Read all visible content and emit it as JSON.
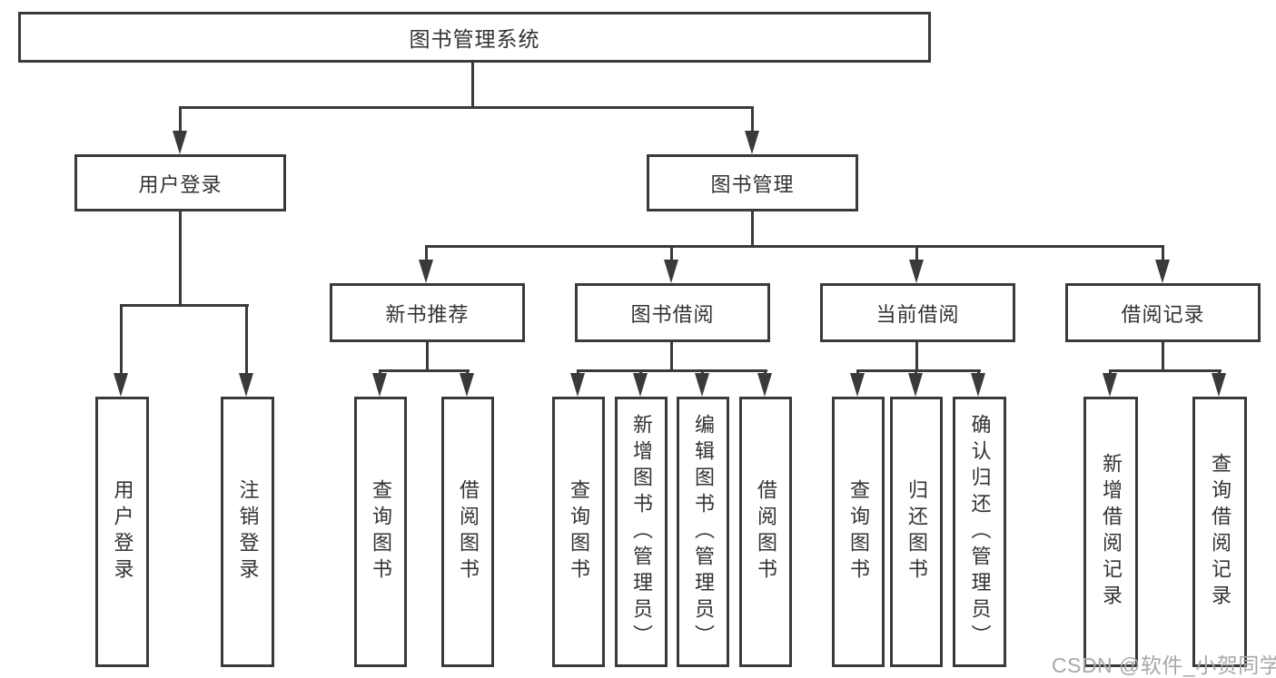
{
  "diagram": {
    "root": "图书管理系统",
    "branches": [
      {
        "label": "用户登录",
        "leaves": [
          "用户登录",
          "注销登录"
        ]
      },
      {
        "label": "图书管理",
        "groups": [
          {
            "label": "新书推荐",
            "leaves": [
              "查询图书",
              "借阅图书"
            ]
          },
          {
            "label": "图书借阅",
            "leaves": [
              "查询图书",
              "新增图书（管理员）",
              "编辑图书（管理员）",
              "借阅图书"
            ]
          },
          {
            "label": "当前借阅",
            "leaves": [
              "查询图书",
              "归还图书",
              "确认归还（管理员）"
            ]
          },
          {
            "label": "借阅记录",
            "leaves": [
              "新增借阅记录",
              "查询借阅记录"
            ]
          }
        ]
      }
    ]
  },
  "watermark": "CSDN @软件_小贺同学",
  "colors": {
    "line": "#3a3a3a",
    "text": "#333333",
    "watermark": "#a8a8a8"
  }
}
